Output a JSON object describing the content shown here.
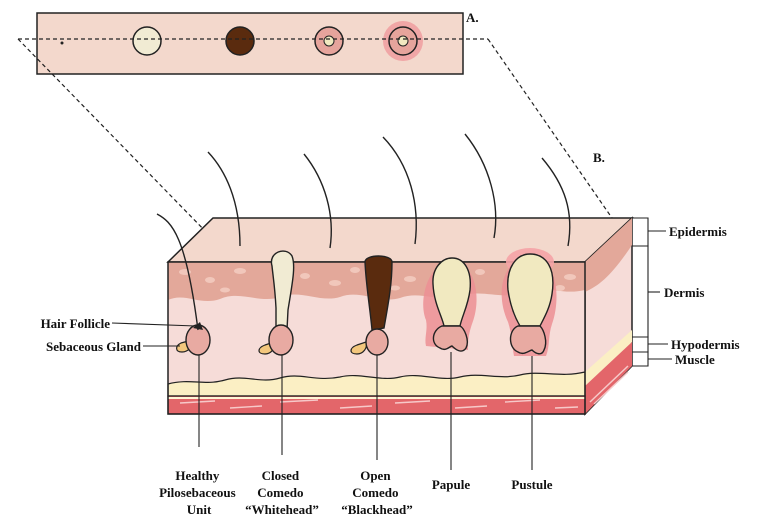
{
  "panel_labels": {
    "a": "A.",
    "b": "B."
  },
  "layers": {
    "epidermis": "Epidermis",
    "dermis": "Dermis",
    "hypodermis": "Hypodermis",
    "muscle": "Muscle"
  },
  "structures": {
    "hair_follicle": "Hair Follicle",
    "sebaceous_gland": "Sebaceous Gland"
  },
  "lesions": [
    {
      "lines": [
        "Healthy",
        "Pilosebaceous",
        "Unit"
      ]
    },
    {
      "lines": [
        "Closed",
        "Comedo",
        "“Whitehead”"
      ]
    },
    {
      "lines": [
        "Open",
        "Comedo",
        "“Blackhead”"
      ]
    },
    {
      "lines": [
        "Papule"
      ]
    },
    {
      "lines": [
        "Pustule"
      ]
    }
  ],
  "colors": {
    "skin_surface": "#f3d8cc",
    "epidermis": "#f0cfc3",
    "dermis_band": "#e3a89a",
    "dermis": "#f6dcd8",
    "hypodermis": "#fbefc4",
    "muscle": "#e3666a",
    "whitehead": "#f1ebd3",
    "blackhead": "#5a2b0e",
    "pus": "#f1e9c0",
    "inflamed": "#ec8f94"
  }
}
